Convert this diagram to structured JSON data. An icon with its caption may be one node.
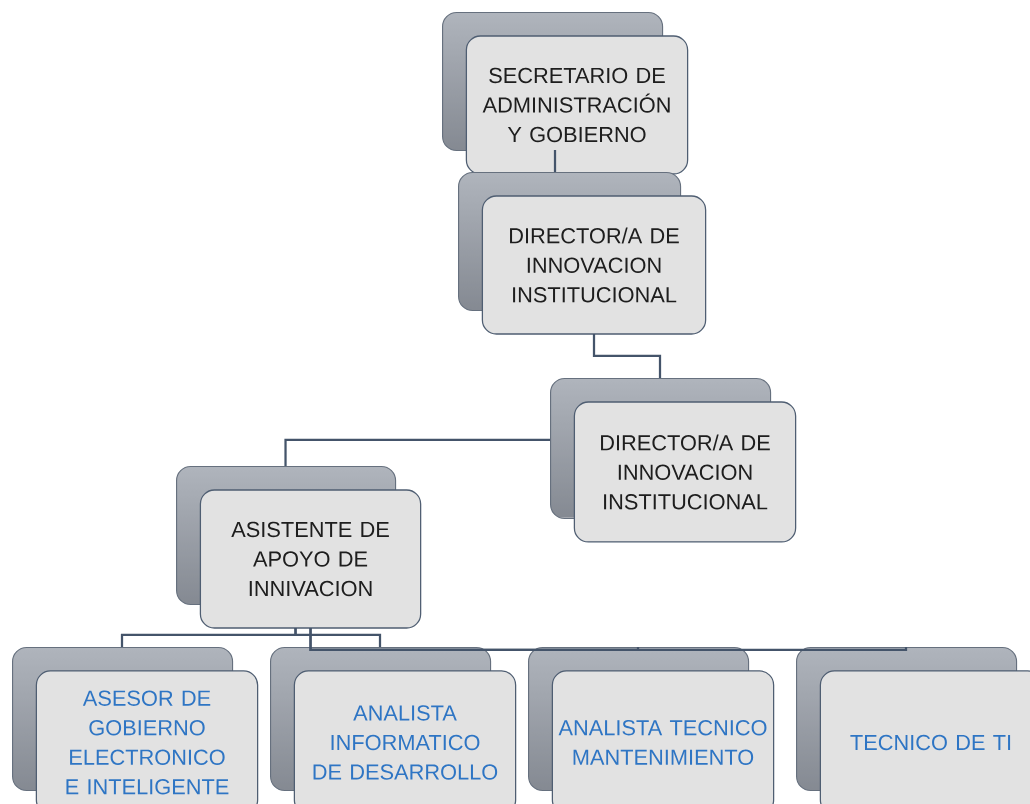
{
  "diagram": {
    "nodes": [
      {
        "text": [
          "SECRETARIO DE ADMINISTRACIÓN Y GOBIERNO"
        ]
      },
      {
        "text": [
          "DIRECTOR/A DE INNOVACION INSTITUCIONAL"
        ]
      },
      {
        "text": [
          "DIRECTOR/A DE INNOVACION INSTITUCIONAL"
        ]
      },
      {
        "text": [
          "ASISTENTE DE APOYO DE INNIVACION"
        ]
      },
      {
        "text": [
          "ASESOR DE GOBIERNO ELECTRONICO E INTELIGENTE"
        ]
      },
      {
        "text": [
          "ANALISTA INFORMATICO DE DESARROLLO"
        ]
      },
      {
        "text": [
          "ANALISTA TECNICO MANTENIMIENTO"
        ]
      },
      {
        "text": [
          "TECNICO DE TI"
        ]
      }
    ],
    "edges": [
      {
        "from": 0,
        "to": 1,
        "arrow": "none"
      },
      {
        "from": 1,
        "to": 2,
        "arrow": "none"
      },
      {
        "from": 2,
        "to": 3,
        "arrow": "none"
      },
      {
        "from": 3,
        "to": 4,
        "arrow": "none"
      },
      {
        "from": 3,
        "to": 5,
        "arrow": "none"
      },
      {
        "from": 3,
        "to": 6,
        "arrow": "none"
      },
      {
        "from": 3,
        "to": 7,
        "arrow": "none"
      }
    ]
  }
}
